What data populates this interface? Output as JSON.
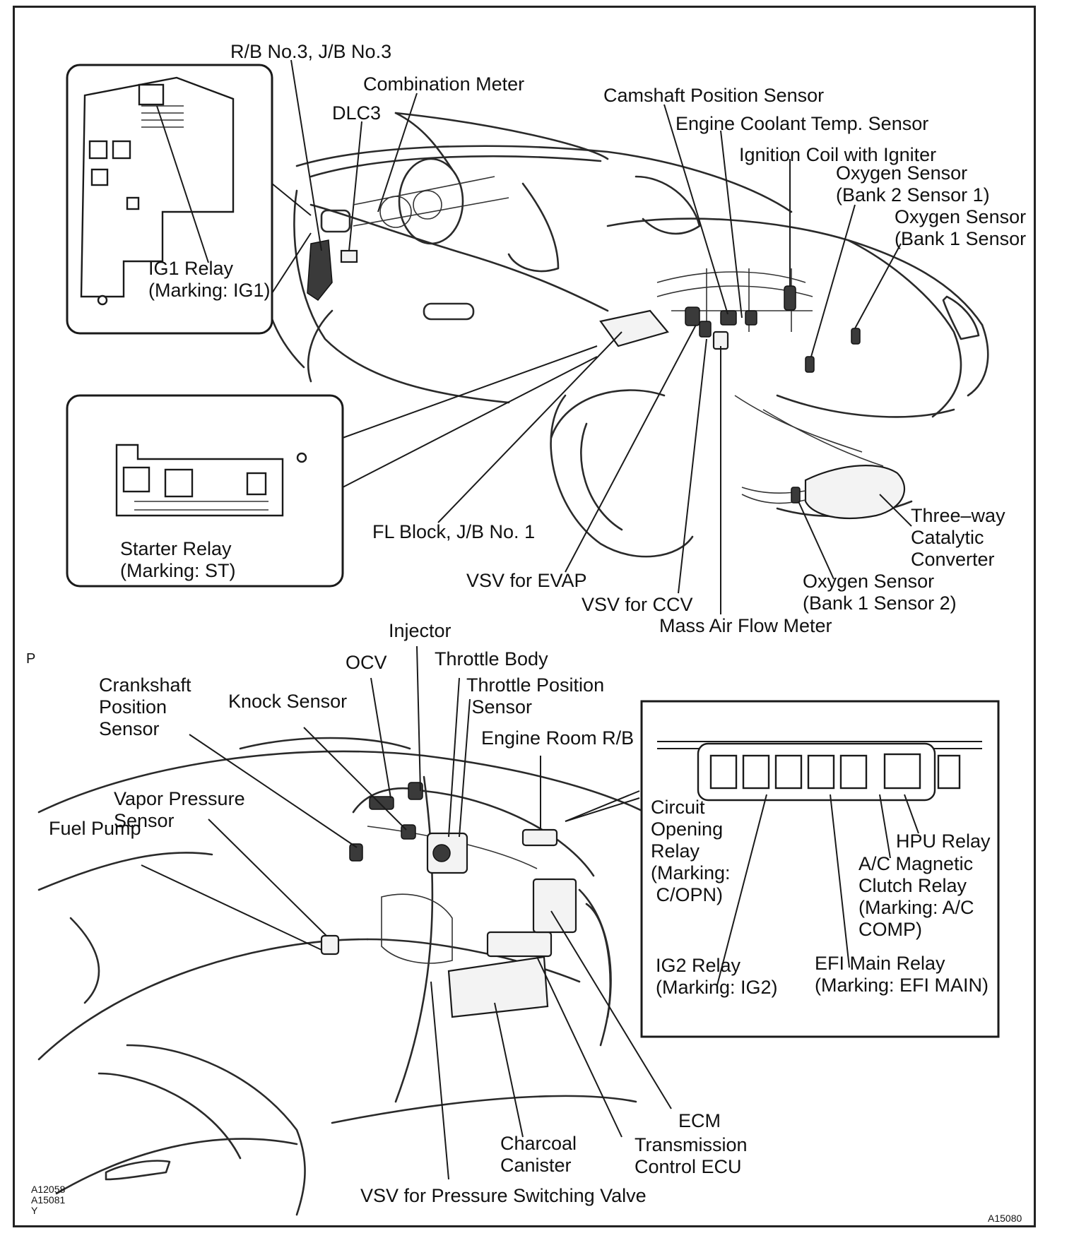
{
  "labels": {
    "rb_no3": "R/B No.3, J/B No.3",
    "combination_meter": "Combination Meter",
    "dlc3": "DLC3",
    "camshaft": "Camshaft Position Sensor",
    "coolant": "Engine Coolant Temp. Sensor",
    "ignition_coil": "Ignition Coil with Igniter",
    "o2_b2s1": "Oxygen Sensor\n(Bank 2 Sensor 1)",
    "o2_b1s1": "Oxygen Sensor\n(Bank 1 Sensor",
    "ig1_relay": "IG1 Relay\n(Marking: IG1)",
    "starter_relay": "Starter Relay\n(Marking: ST)",
    "fl_block": "FL Block, J/B No. 1",
    "twc": "Three–way\nCatalytic\nConverter",
    "vsv_evap": "VSV for EVAP",
    "o2_b1s2": "Oxygen Sensor\n(Bank 1 Sensor 2)",
    "vsv_ccv": "VSV for CCV",
    "maf": "Mass Air Flow Meter",
    "injector": "Injector",
    "ocv": "OCV",
    "throttle_body": "Throttle Body",
    "tps": "Throttle Position\n Sensor",
    "crankshaft": "Crankshaft\nPosition\nSensor",
    "knock": "Knock Sensor",
    "engine_room_rb": "Engine Room R/B",
    "vapor_pressure": "Vapor Pressure\nSensor",
    "fuel_pump": "Fuel Pump",
    "circuit_opening": "Circuit\nOpening\nRelay\n(Marking:\n C/OPN)",
    "hpu_relay": "HPU Relay",
    "ac_clutch": "A/C Magnetic\nClutch Relay\n(Marking: A/C\nCOMP)",
    "ig2_relay": "IG2 Relay\n(Marking: IG2)",
    "efi_main": "EFI Main Relay\n(Marking: EFI MAIN)",
    "ecm": "ECM",
    "tcu": "Transmission\nControl ECU",
    "charcoal": "Charcoal\nCanister",
    "vsv_psv": "VSV for Pressure Switching Valve",
    "p_mark": "P",
    "code_left": "A12058\nA15081\nY",
    "code_right": "A15080"
  }
}
